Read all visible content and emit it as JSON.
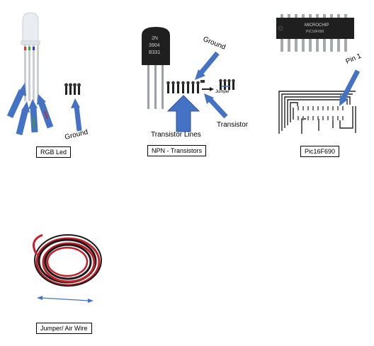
{
  "captions": {
    "rgb_led": "RGB Led",
    "npn": "NPN - Transistors",
    "pic": "Pic16F690",
    "jumper": "Jumper/ Air Wire"
  },
  "labels": {
    "ground_rgb": "Ground",
    "ground_npn": "Ground",
    "transistor_lines": "Transistor Lines",
    "transistor": "Transistor",
    "jumper_small": "Jumper",
    "pin1": "Pin 1"
  },
  "photo_text": {
    "transistor_marking": [
      "2N",
      "3904",
      "B331"
    ],
    "chip_brand": "MICROCHIP",
    "chip_part": "PIC16F690"
  },
  "colors": {
    "arrow": "#4472c4",
    "arrow_outline": "#2f528f",
    "wire_red": "#c0202a",
    "wire_black": "#1a1a1a"
  }
}
